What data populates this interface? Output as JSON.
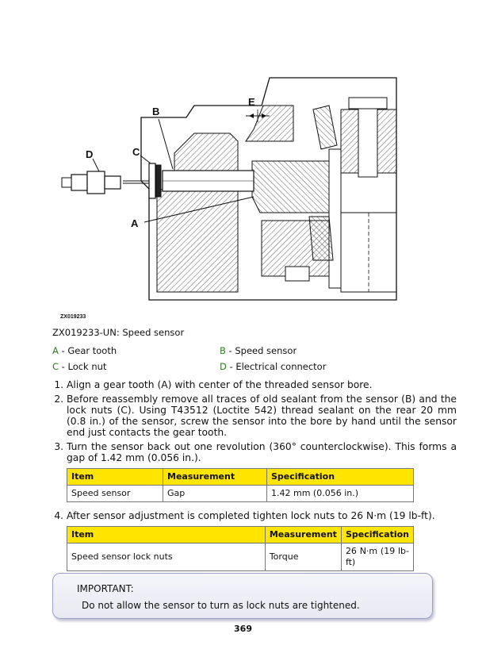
{
  "figure": {
    "ref_code": "ZX019233",
    "labels": {
      "a": "A",
      "b": "B",
      "c": "C",
      "d": "D",
      "e": "E"
    }
  },
  "caption": "ZX019233-UN: Speed sensor",
  "legend": [
    {
      "key": "A",
      "text": " - Gear tooth"
    },
    {
      "key": "B",
      "text": " - Speed sensor"
    },
    {
      "key": "C",
      "text": " - Lock nut"
    },
    {
      "key": "D",
      "text": " - Electrical connector"
    }
  ],
  "colors": {
    "legend_key": "#2d7d1f",
    "table_header": "#ffe500"
  },
  "steps": [
    {
      "text": "Align a gear tooth (A) with center of the threaded sensor bore."
    },
    {
      "text": "Before reassembly remove all traces of old sealant from the sensor (B) and the lock nuts (C). Using T43512 (Loctite 542) thread sealant on the rear 20 mm (0.8 in.) of the sensor, screw the sensor into the bore by hand until the sensor end just contacts the gear tooth."
    },
    {
      "text": "Turn the sensor back out one revolution (360° counterclockwise). This forms a gap of 1.42 mm (0.056 in.).",
      "table": {
        "headers": [
          "Item",
          "Measurement",
          "Specification"
        ],
        "rows": [
          [
            "Speed sensor",
            "Gap",
            "1.42 mm (0.056 in.)"
          ]
        ]
      }
    },
    {
      "text": "After sensor adjustment is completed tighten lock nuts to 26 N·m (19 lb-ft).",
      "table": {
        "headers": [
          "Item",
          "Measurement",
          "Specification"
        ],
        "rows": [
          [
            "Speed sensor lock nuts",
            "Torque",
            "26 N·m (19 lb-ft)"
          ]
        ]
      }
    }
  ],
  "important": {
    "title": "IMPORTANT:",
    "body": "Do not allow the sensor to turn as lock nuts are tightened."
  },
  "page_number": "369"
}
